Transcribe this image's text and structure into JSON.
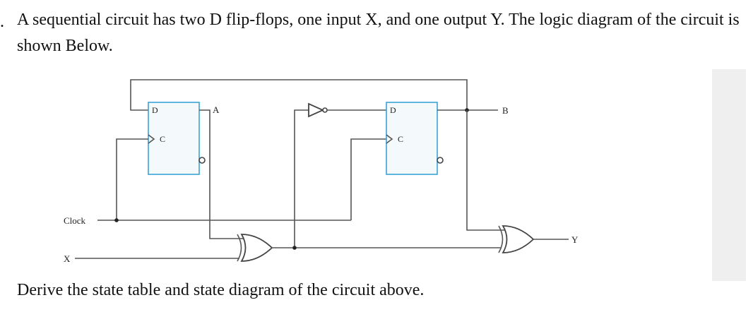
{
  "question": {
    "bullet": ".",
    "text": "A sequential circuit has two D flip-flops, one input X, and one output Y. The logic diagram of the circuit is shown Below."
  },
  "diagram": {
    "inputs": {
      "clock": "Clock",
      "x": "X"
    },
    "outputs": {
      "a": "A",
      "b": "B",
      "y": "Y"
    },
    "flipflops": [
      {
        "d_label": "D",
        "c_label": "C"
      },
      {
        "d_label": "D",
        "c_label": "C"
      }
    ]
  },
  "footer": "Derive the state table and state diagram of the circuit above."
}
